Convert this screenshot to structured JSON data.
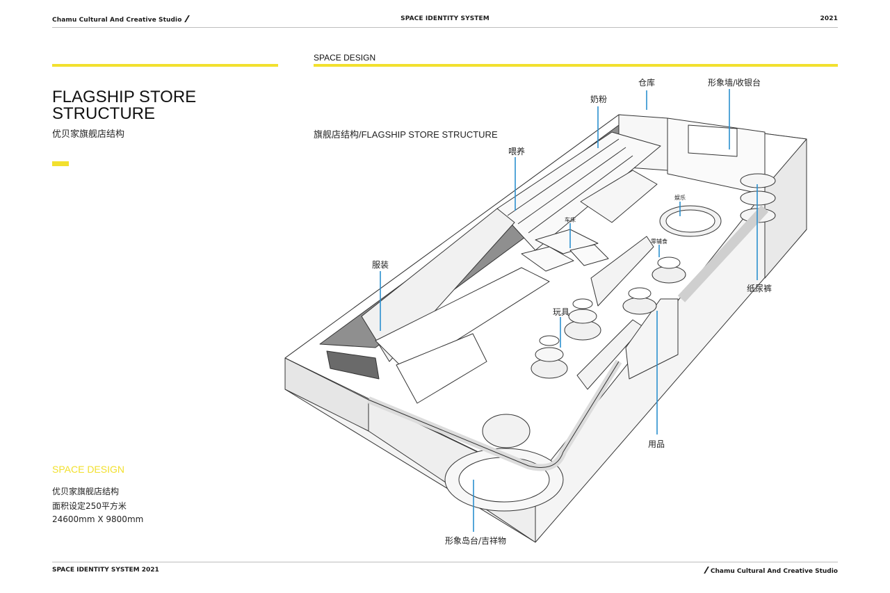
{
  "header": {
    "studio": "Chamu Cultural And Creative Studio",
    "system": "SPACE IDENTITY SYSTEM",
    "year": "2021"
  },
  "section_label": "SPACE DESIGN",
  "title_line1": "FLAGSHIP STORE",
  "title_line2": "STRUCTURE",
  "subtitle": "优贝家旗舰店结构",
  "diagram_caption": "旗舰店结构/FLAGSHIP STORE STRUCTURE",
  "space_design": {
    "heading": "SPACE DESIGN",
    "line1": "优贝家旗舰店结构",
    "line2": "面积设定250平方米",
    "line3": "24600mm X 9800mm"
  },
  "zones": {
    "warehouse": "仓库",
    "image_wall": "形象墙/收银台",
    "milk_powder": "奶粉",
    "feeding": "喂养",
    "entertainment": "娱乐",
    "stroller": "车床",
    "snacks": "零辅食",
    "clothing": "服装",
    "toys": "玩具",
    "diapers": "纸尿裤",
    "supplies": "用品",
    "mascot": "形象岛台/吉祥物"
  },
  "footer": {
    "left": "SPACE IDENTITY SYSTEM 2021",
    "right": "Chamu Cultural And Creative Studio"
  },
  "colors": {
    "accent": "#f2e02e",
    "leader": "#2a8fcf"
  }
}
